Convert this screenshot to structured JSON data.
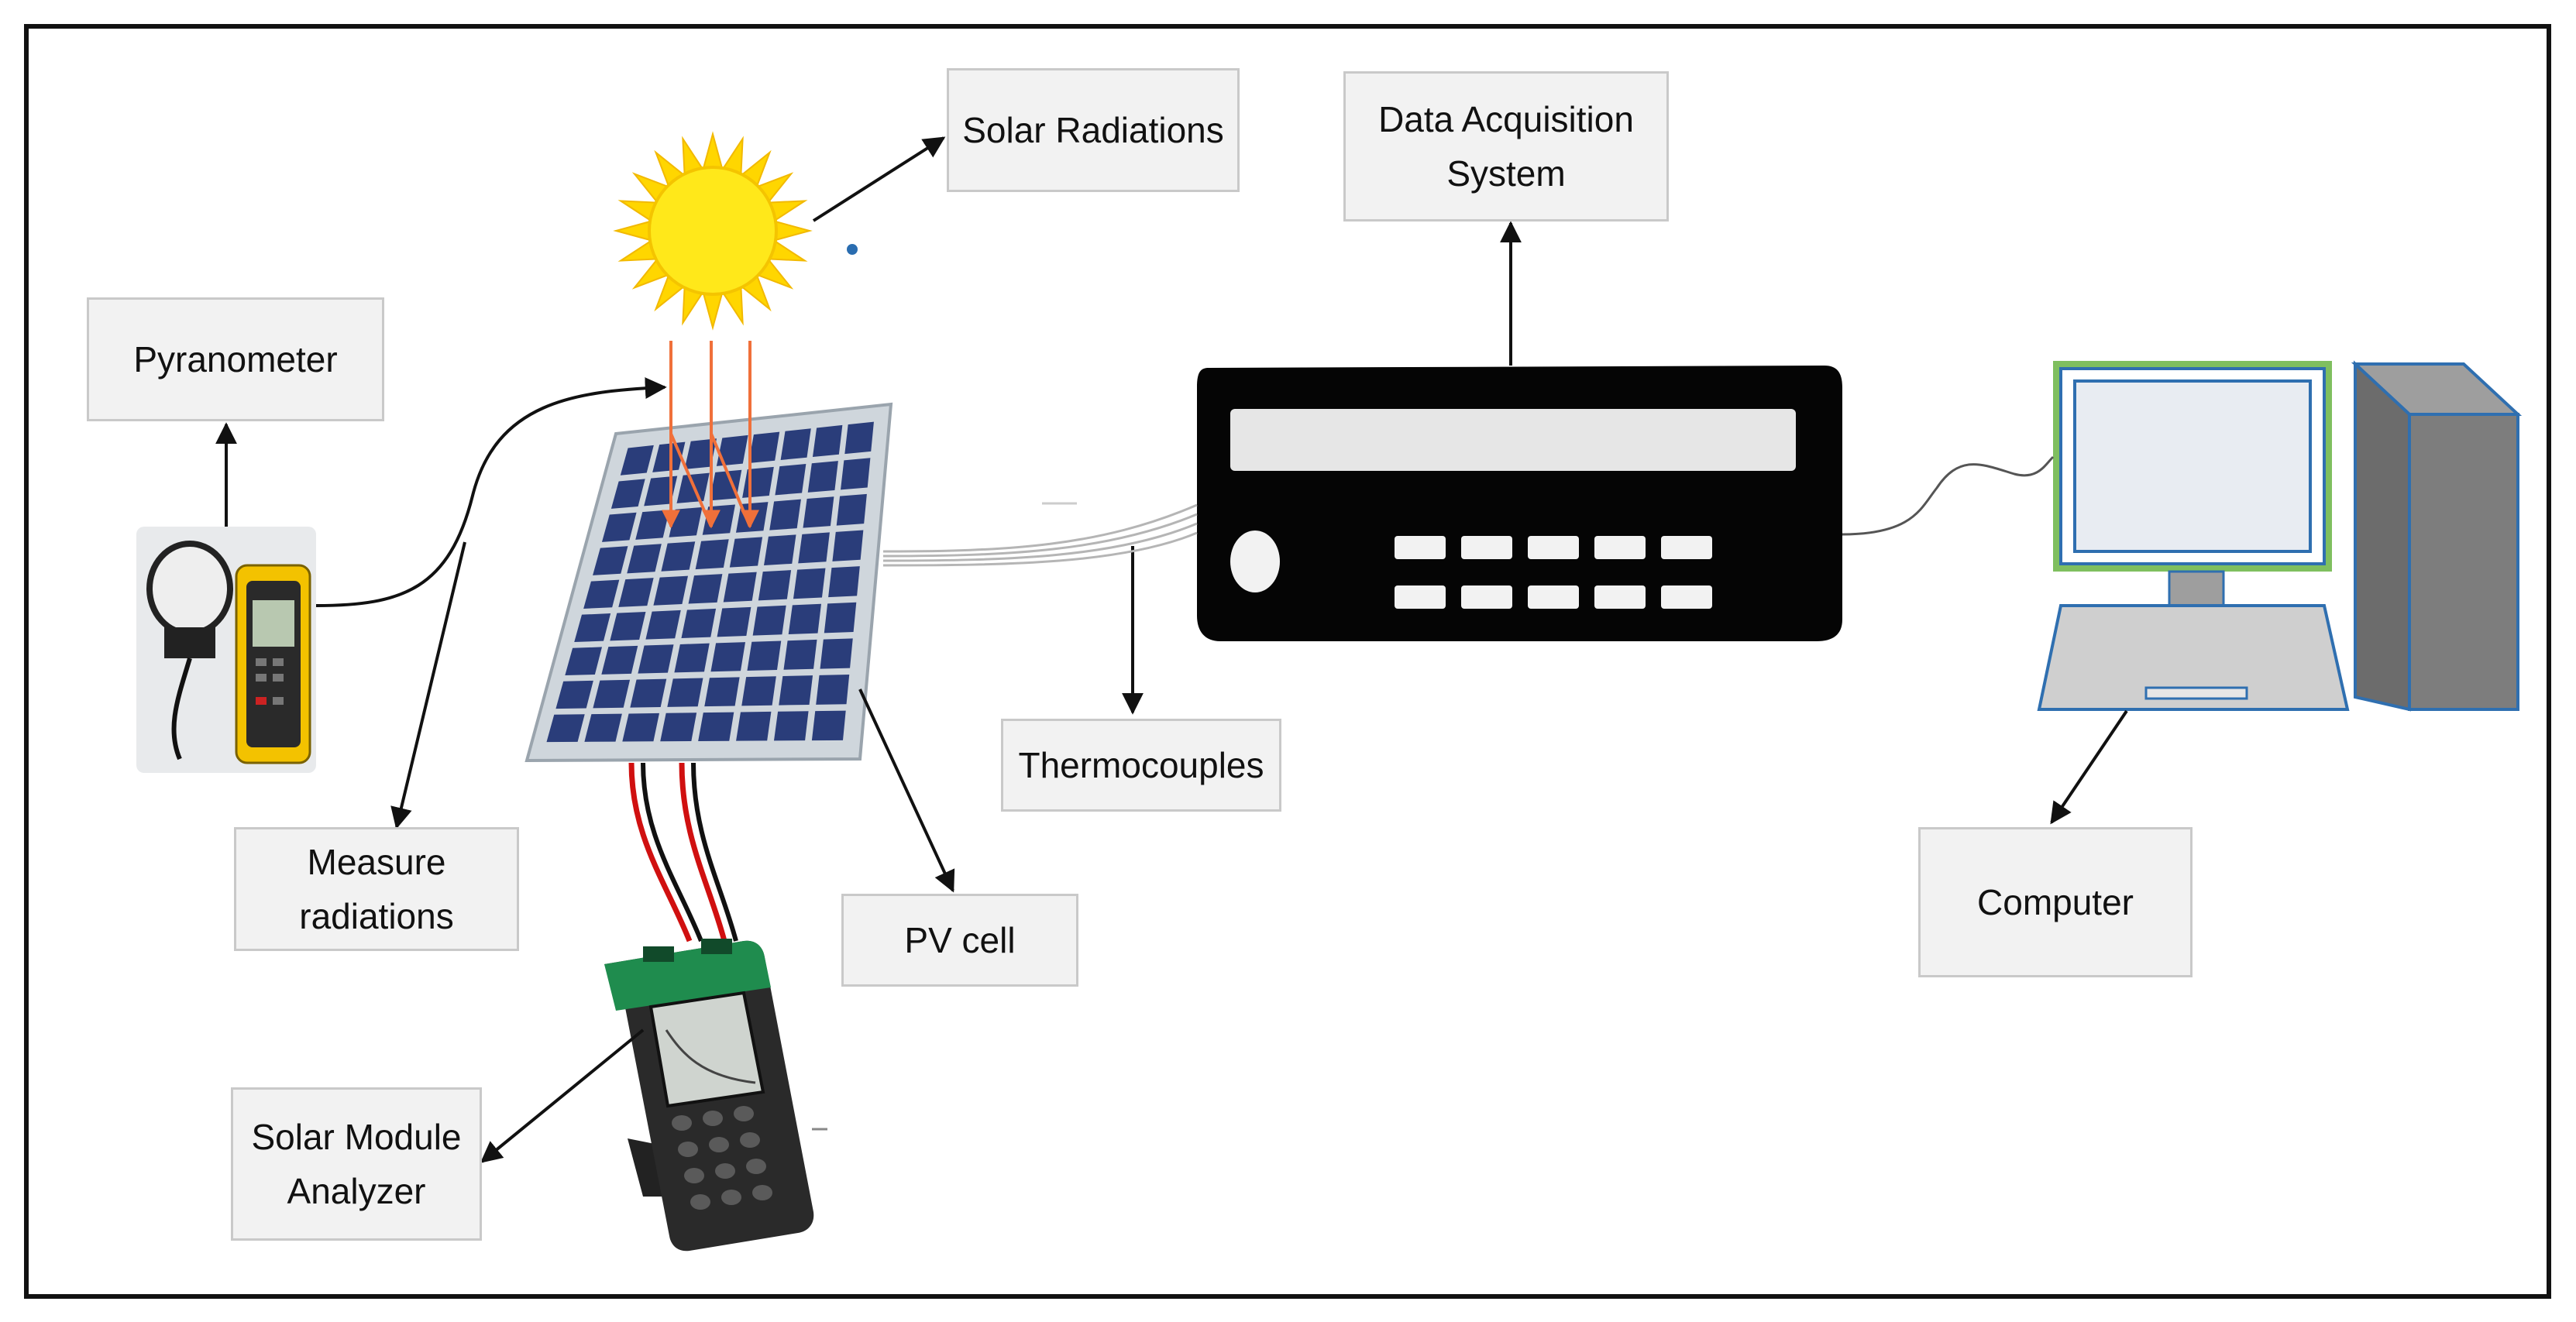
{
  "labels": {
    "pyranometer": "Pyranometer",
    "solar_radiations": "Solar Radiations",
    "data_acquisition_line1": "Data Acquisition",
    "data_acquisition_line2": "System",
    "thermocouples": "Thermocouples",
    "measure_line1": "Measure",
    "measure_line2": "radiations",
    "pv_cell": "PV cell",
    "solar_module_line1": "Solar Module",
    "solar_module_line2": "Analyzer",
    "computer": "Computer"
  },
  "colors": {
    "sun": "#ffd600",
    "sun_center": "#ffee33",
    "panel_cell": "#2a3d7a",
    "panel_frame": "#cfd6dc",
    "logger_body": "#050505",
    "monitor_border": "#7fbf5f",
    "monitor_screen": "#e8ecf2",
    "computer_blue": "#2f6fb0",
    "tower": "#7d7d7d",
    "analyzer_green": "#1f8c4e",
    "wire_red": "#d01010"
  },
  "icons": [
    "sun-icon",
    "solar-panel-icon",
    "pyranometer-device-icon",
    "data-logger-icon",
    "computer-icon",
    "solar-analyzer-icon"
  ]
}
